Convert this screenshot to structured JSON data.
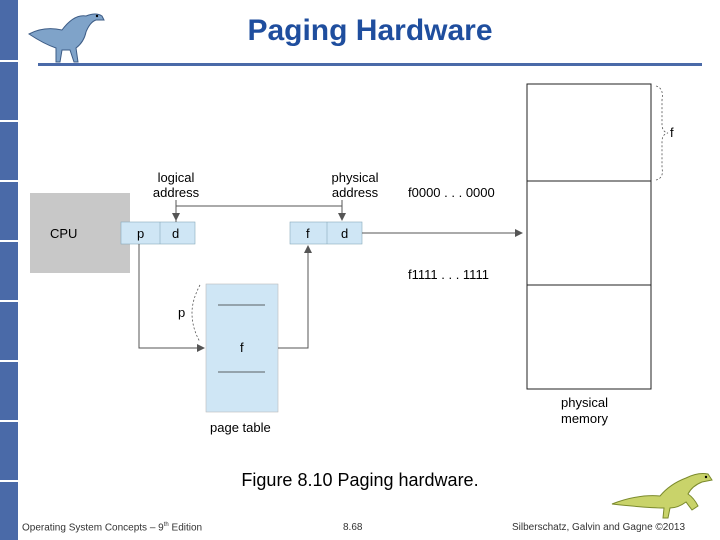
{
  "slide": {
    "title": "Paging Hardware",
    "caption": "Figure 8.10 Paging hardware."
  },
  "diagram": {
    "cpu_label": "CPU",
    "logical_address_line1": "logical",
    "logical_address_line2": "address",
    "physical_address_line1": "physical",
    "physical_address_line2": "address",
    "logical_p": "p",
    "logical_d": "d",
    "physical_f": "f",
    "physical_d": "d",
    "page_table_label": "page table",
    "page_table_p": "p",
    "page_table_f": "f",
    "addr_start": "f0000 . . . 0000",
    "addr_end": "f1111 . . . 1111",
    "frame_brace_label": "f",
    "physical_memory_line1": "physical",
    "physical_memory_line2": "memory"
  },
  "footer": {
    "left_text": "Operating System Concepts – 9",
    "left_sup": "th",
    "left_tail": " Edition",
    "center": "8.68",
    "right": "Silberschatz, Galvin and Gagne ©2013"
  },
  "colors": {
    "title": "#1f4e9e",
    "sidebar": "#4a6aa8",
    "cpu_box": "#c8c8c8",
    "register_box": "#cfe6f5",
    "page_table_fill": "#cfe6f5",
    "line": "#555555"
  },
  "icons": {
    "top_logo": "dinosaur-icon",
    "bottom_logo": "dinosaur-icon"
  }
}
